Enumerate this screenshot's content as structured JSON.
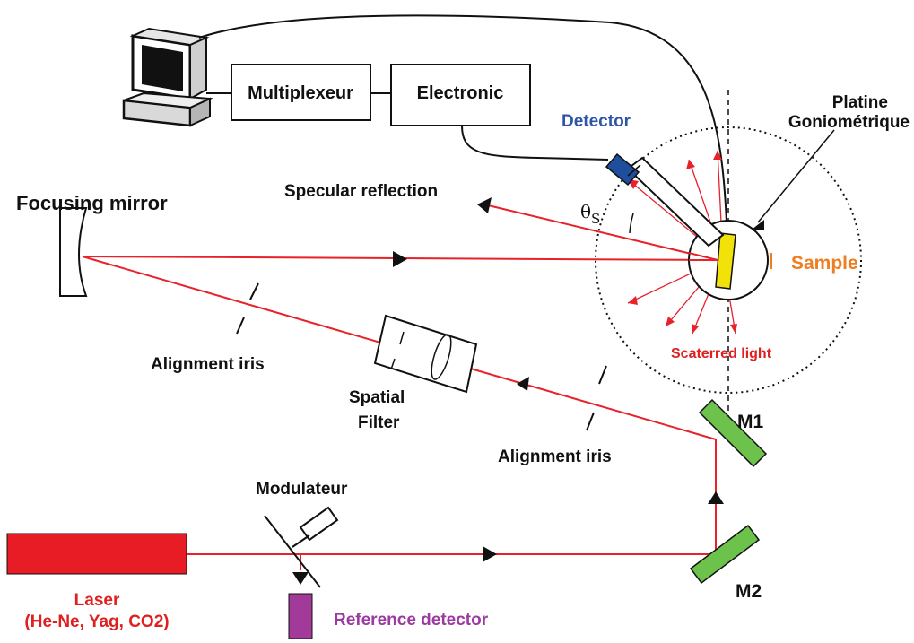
{
  "labels": {
    "multiplexeur": "Multiplexeur",
    "electronic": "Electronic",
    "detector": "Detector",
    "platine_line1": "Platine",
    "platine_line2": "Goniométrique",
    "specular_reflection": "Specular reflection",
    "focusing_mirror": "Focusing mirror",
    "theta": "θ",
    "theta_sub": "S",
    "sample": "Sample",
    "scattered_light": "Scaterred light",
    "alignment_iris_left": "Alignment iris",
    "spatial_filter_line1": "Spatial",
    "spatial_filter_line2": "Filter",
    "alignment_iris_right": "Alignment iris",
    "m1": "M1",
    "m2": "M2",
    "modulateur": "Modulateur",
    "laser_line1": "Laser",
    "laser_line2": "(He-Ne, Yag, CO2)",
    "reference_detector": "Reference detector"
  },
  "colors": {
    "beam": "#e8212b",
    "laser": "#e81c24",
    "mirror": "#6cc24a",
    "sample": "#f2e20a",
    "detector": "#1f4e9c",
    "reference_detector": "#a23a9a",
    "detector_label": "#2e56a6",
    "sample_label": "#ef7d22",
    "reference_label": "#9b3aa0"
  }
}
